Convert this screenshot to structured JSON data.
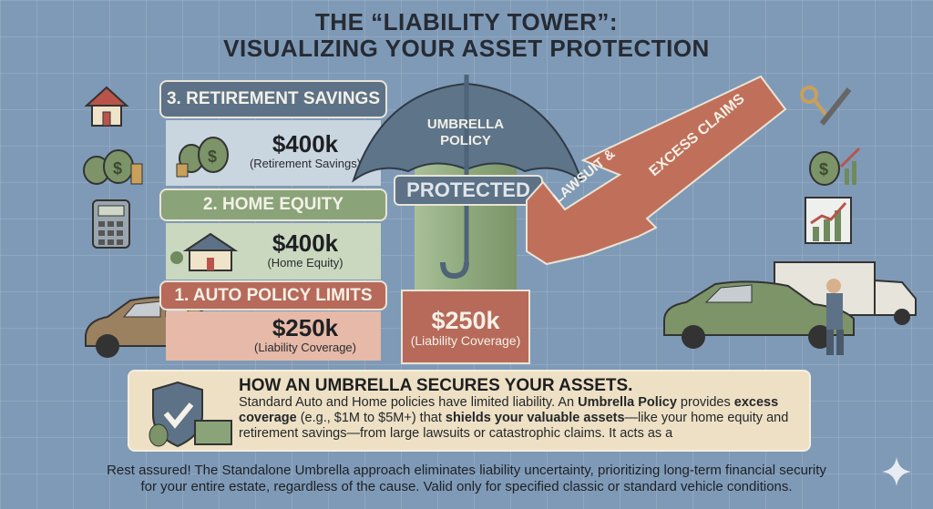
{
  "title": {
    "line1": "THE “LIABILITY TOWER”:",
    "line2": "VISUALIZING YOUR ASSET PROTECTION"
  },
  "tiers": [
    {
      "header": "3. RETIREMENT SAVINGS",
      "amount": "$400k",
      "caption": "(Retirement Savings)"
    },
    {
      "header": "2. HOME EQUITY",
      "amount": "$400k",
      "caption": "(Home Equity)"
    },
    {
      "header": "1. AUTO POLICY LIMITS",
      "amount": "$250k",
      "caption": "(Liability Coverage)"
    }
  ],
  "umbrella": {
    "label_line1": "UMBRELLA",
    "label_line2": "POLICY",
    "protected": "PROTECTED",
    "base_amount": "$250k",
    "base_caption": "(Liability Coverage)"
  },
  "arrow": {
    "label_part1": "LAWSUIT &",
    "label_part2": "EXCESS CLAIMS"
  },
  "info": {
    "heading": "HOW AN UMBRELLA SECURES YOUR ASSETS.",
    "t1": "Standard Auto and Home policies have limited liability. An ",
    "b1": "Umbrella Policy",
    "t2": " provides ",
    "b2": "excess coverage",
    "t3": " (e.g., $1M to $5M+) that ",
    "b3": "shields your valuable assets",
    "t4": "—like your home equity and retirement savings—from large lawsuits or catastrophic claims. It acts as a"
  },
  "footer": {
    "line1": "Rest assured! The Standalone Umbrella approach eliminates liability uncertainty, prioritizing long-term financial security",
    "line2": "for your entire estate, regardless of the cause. Valid only for specified classic or standard vehicle conditions."
  },
  "colors": {
    "background": "#7f9ab6",
    "tier3": "#5d7287",
    "tier2": "#8aa378",
    "tier1": "#b76a5a",
    "arrow": "#c0705a",
    "info_box": "#ede0c4"
  }
}
